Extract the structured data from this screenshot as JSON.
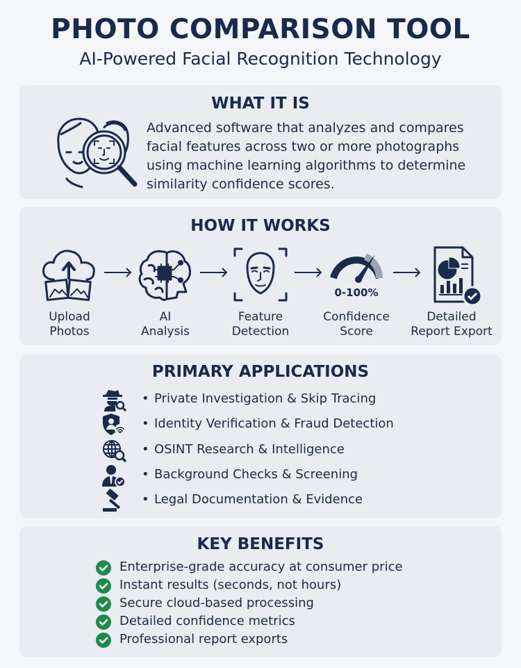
{
  "header": {
    "title": "PHOTO COMPARISON TOOL",
    "subtitle": "AI-Powered Facial Recognition Technology"
  },
  "what_it_is": {
    "heading": "WHAT IT IS",
    "description": "Advanced software that analyzes and compares facial features across two or more photographs using machine learning algorithms to determine similarity confidence scores.",
    "icon": "face-compare-magnifier-icon"
  },
  "how_it_works": {
    "heading": "HOW IT WORKS",
    "gauge_label": "0-100%",
    "steps": [
      {
        "line1": "Upload",
        "line2": "Photos",
        "icon": "cloud-upload-photos-icon"
      },
      {
        "line1": "AI",
        "line2": "Analysis",
        "icon": "ai-brain-chip-icon"
      },
      {
        "line1": "Feature",
        "line2": "Detection",
        "icon": "face-scan-icon"
      },
      {
        "line1": "Confidence",
        "line2": "Score",
        "icon": "gauge-icon"
      },
      {
        "line1": "Detailed",
        "line2": "Report Export",
        "icon": "report-document-icon"
      }
    ]
  },
  "applications": {
    "heading": "PRIMARY APPLICATIONS",
    "bullet": "•",
    "items": [
      {
        "label": "Private Investigation & Skip Tracing",
        "icon": "detective-search-icon"
      },
      {
        "label": "Identity Verification & Fraud Detection",
        "icon": "shield-fingerprint-icon"
      },
      {
        "label": "OSINT Research & Intelligence",
        "icon": "globe-search-icon"
      },
      {
        "label": "Background Checks & Screening",
        "icon": "person-check-icon"
      },
      {
        "label": "Legal Documentation & Evidence",
        "icon": "gavel-icon"
      }
    ]
  },
  "benefits": {
    "heading": "KEY BENEFITS",
    "check_color": "#1e8a4c",
    "items": [
      "Enterprise-grade accuracy at consumer price",
      "Instant results (seconds, not hours)",
      "Secure cloud-based processing",
      "Detailed confidence metrics",
      "Professional report exports"
    ]
  }
}
